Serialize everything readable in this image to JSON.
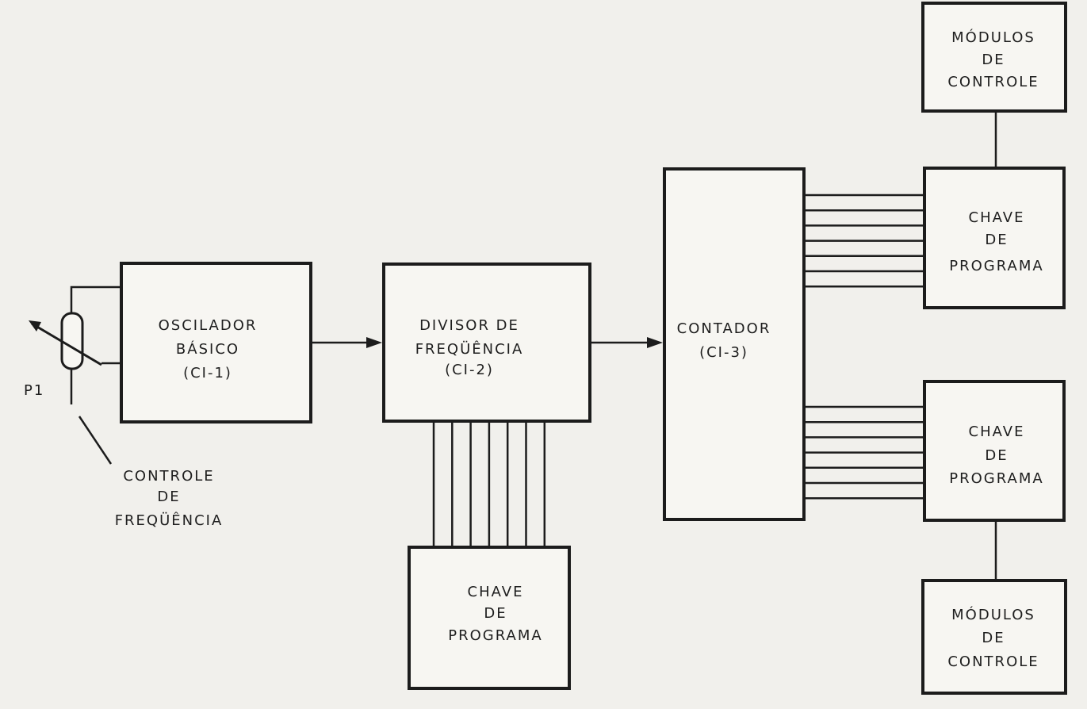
{
  "blocks": {
    "oscilador": {
      "line1": "OSCILADOR",
      "line2": "BÁSICO",
      "line3": "(CI-1)"
    },
    "divisor": {
      "line1": "DIVISOR DE",
      "line2": "FREQÜÊNCIA",
      "line3": "(CI-2)"
    },
    "contador": {
      "line1": "CONTADOR",
      "line2": "(CI-3)"
    },
    "chave_divisor": {
      "line1": "CHAVE",
      "line2": "DE",
      "line3": "PROGRAMA"
    },
    "chave_top": {
      "line1": "CHAVE",
      "line2": "DE",
      "line3": "PROGRAMA"
    },
    "chave_bottom": {
      "line1": "CHAVE",
      "line2": "DE",
      "line3": "PROGRAMA"
    },
    "modulos_top": {
      "line1": "MÓDULOS",
      "line2": "DE",
      "line3": "CONTROLE"
    },
    "modulos_bottom": {
      "line1": "MÓDULOS",
      "line2": "DE",
      "line3": "CONTROLE"
    }
  },
  "potentiometer": {
    "label": "P1",
    "caption_line1": "CONTROLE",
    "caption_line2": "DE",
    "caption_line3": "FREQÜÊNCIA"
  },
  "buses": {
    "divisor_to_chave_lines": 7,
    "contador_to_chave_top_lines": 7,
    "contador_to_chave_bottom_lines": 7
  }
}
